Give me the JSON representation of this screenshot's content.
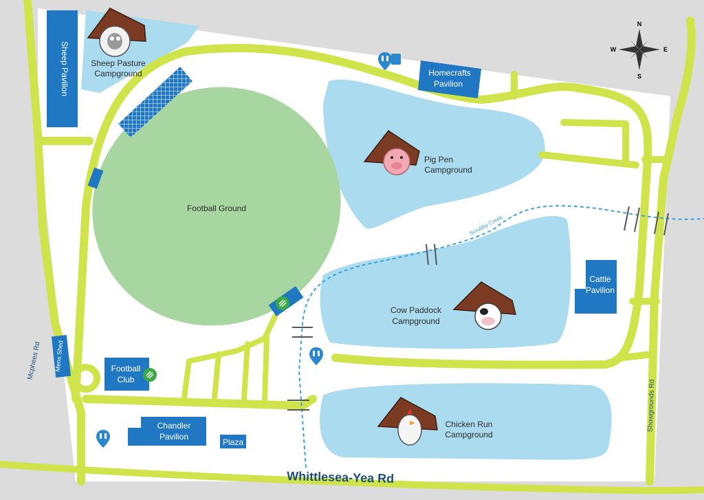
{
  "labels": {
    "sheep_pasture_1": "Sheep Pasture",
    "sheep_pasture_2": "Campground",
    "pig_pen_1": "Pig Pen",
    "pig_pen_2": "Campground",
    "cow_paddock_1": "Cow Paddock",
    "cow_paddock_2": "Campground",
    "chicken_run_1": "Chicken Run",
    "chicken_run_2": "Campground",
    "football_ground": "Football Ground",
    "scrubby_creek": "Scrubby Creek",
    "mcphees_rd": "Mcphees Rd",
    "showgrounds_rd": "Showgrounds Rd",
    "whittlesea_yea_rd": "Whittlesea-Yea Rd"
  },
  "buildings": {
    "sheep_pavilion": "Sheep Pavilion",
    "homecrafts_1": "Homecrafts",
    "homecrafts_2": "Pavilion",
    "cattle_1": "Cattle",
    "cattle_2": "Pavilion",
    "football_club_1": "Football",
    "football_club_2": "Club",
    "chandler_1": "Chandler",
    "chandler_2": "Pavilion",
    "plaza": "Plaza",
    "mens_shed": "Mens Shed"
  },
  "compass": {
    "n": "N",
    "s": "S",
    "e": "E",
    "w": "W"
  },
  "colors": {
    "ground": "#ffffff",
    "outside": "#dcdcdc",
    "road": "#cfe44a",
    "campground": "#aadbef",
    "oval": "#a8d6a0",
    "building": "#1f78c1",
    "creek": "#3aa2d6",
    "toilet_marker": "#2a88cc",
    "shower_marker": "#3aa845"
  },
  "icons": [
    "toilet-icon",
    "shower-icon",
    "tent-icon",
    "sheep-icon",
    "pig-icon",
    "cow-icon",
    "chicken-icon",
    "compass-rose-icon"
  ]
}
